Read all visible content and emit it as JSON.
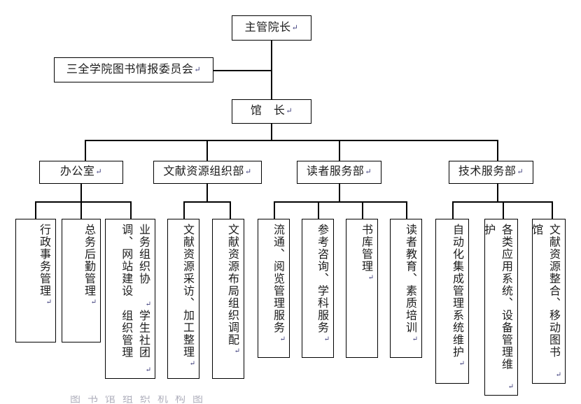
{
  "document": {
    "title": "图书馆组织机构图",
    "pilcrow": "↵",
    "background_color": "#ffffff",
    "line_color": "#000000",
    "text_color": "#1c1c1c"
  },
  "nodes": {
    "dean": {
      "label": "主管院长",
      "has_pilcrow": true
    },
    "committee": {
      "label": "三全学院图书情报委员会",
      "has_pilcrow": true
    },
    "director": {
      "label": "馆　长",
      "has_pilcrow": true
    }
  },
  "departments": [
    {
      "id": "office",
      "label": "办公室",
      "has_pilcrow": true
    },
    {
      "id": "resources",
      "label": "文献资源组织部",
      "has_pilcrow": true
    },
    {
      "id": "readers",
      "label": "读者服务部",
      "has_pilcrow": true
    },
    {
      "id": "technical",
      "label": "技术服务部",
      "has_pilcrow": true
    }
  ],
  "units": [
    {
      "id": "u1",
      "dept": "office",
      "label": "行政事务管理",
      "has_pilcrow": true
    },
    {
      "id": "u2",
      "dept": "office",
      "label": "总务后勤管理",
      "has_pilcrow": true
    },
    {
      "id": "u3",
      "dept": "office",
      "label": "业务组织协调、网站建设",
      "label2": "学生社团组织管理",
      "has_pilcrow": true
    },
    {
      "id": "u4",
      "dept": "resources",
      "label": "文献资源采访、加工整理",
      "has_pilcrow": true
    },
    {
      "id": "u5",
      "dept": "resources",
      "label": "文献资源布局组织调配",
      "has_pilcrow": true
    },
    {
      "id": "u6",
      "dept": "readers",
      "label": "流通、阅览管理服务",
      "has_pilcrow": true
    },
    {
      "id": "u7",
      "dept": "readers",
      "label": "参考咨询、学科服务",
      "has_pilcrow": true
    },
    {
      "id": "u8",
      "dept": "readers",
      "label": "书库管理",
      "has_pilcrow": true
    },
    {
      "id": "u9",
      "dept": "readers",
      "label": "读者教育、素质培训",
      "has_pilcrow": true
    },
    {
      "id": "u10",
      "dept": "technical",
      "label": "自动化集成管理系统维护",
      "has_pilcrow": true
    },
    {
      "id": "u11",
      "dept": "technical",
      "label": "各类应用系统、设备管理维护",
      "has_pilcrow": true
    },
    {
      "id": "u12",
      "dept": "technical",
      "label": "文献资源整合、移动图书馆",
      "has_pilcrow": true
    }
  ],
  "footer": {
    "clipped_text": "图书馆组织机构图"
  }
}
